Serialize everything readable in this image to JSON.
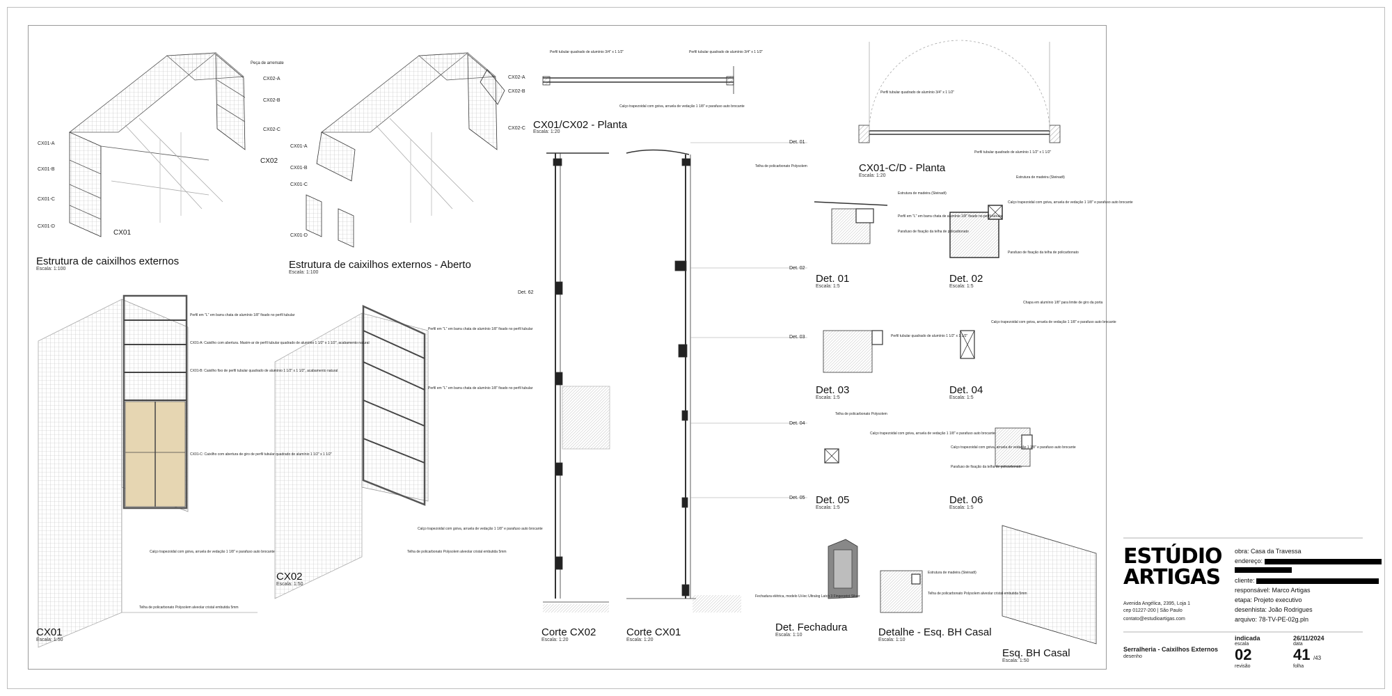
{
  "views": {
    "iso_closed": {
      "title": "Estrutura de caixilhos externos",
      "scale": "Escala: 1:100"
    },
    "iso_open": {
      "title": "Estrutura de caixilhos externos - Aberto",
      "scale": "Escala: 1:100"
    },
    "cx01": {
      "title": "CX01",
      "scale": "Escala: 1:50"
    },
    "cx02": {
      "title": "CX02",
      "scale": "Escala: 1:50"
    },
    "plan": {
      "title": "CX01/CX02 - Planta",
      "scale": "Escala: 1:20"
    },
    "plan_cd": {
      "title": "CX01-C/D - Planta",
      "scale": "Escala: 1:20"
    },
    "corte_cx02": {
      "title": "Corte CX02",
      "scale": "Escala: 1:20"
    },
    "corte_cx01": {
      "title": "Corte CX01",
      "scale": "Escala: 1:20"
    },
    "det01": {
      "title": "Det. 01",
      "scale": "Escala: 1:5"
    },
    "det02": {
      "title": "Det. 02",
      "scale": "Escala: 1:5"
    },
    "det03": {
      "title": "Det. 03",
      "scale": "Escala: 1:5"
    },
    "det04": {
      "title": "Det. 04",
      "scale": "Escala: 1:5"
    },
    "det05": {
      "title": "Det. 05",
      "scale": "Escala: 1:5"
    },
    "det06": {
      "title": "Det. 06",
      "scale": "Escala: 1:5"
    },
    "fechadura": {
      "title": "Det. Fechadura",
      "scale": "Escala: 1:10"
    },
    "detalhe_bh": {
      "title": "Detalhe - Esq. BH Casal",
      "scale": "Escala: 1:10"
    },
    "esq_bh": {
      "title": "Esq. BH Casal",
      "scale": "Escala: 1:50"
    }
  },
  "tags": {
    "cx01a": "CX01-A",
    "cx01b": "CX01-B",
    "cx01c": "CX01-C",
    "cx01d": "CX01-D",
    "cx01": "CX01",
    "cx02": "CX02",
    "cx02a": "CX02-A",
    "cx02b": "CX02-B",
    "cx02c": "CX02-C",
    "peca": "Peça de arremate",
    "det01": "Det. 01",
    "det02": "Det. 02",
    "det03": "Det. 03",
    "det04": "Det. 04",
    "det05": "Det. 05",
    "det62": "Det. 62"
  },
  "notes": {
    "perfil_34": "Perfil tubular quadrado de alumínio 3/4\" x 1 1/2\"",
    "perfil_112": "Perfil tubular quadrado de alumínio 1 1/2\" x 1 1/2\"",
    "calco": "Calço trapezoidal com goiva, arruela de vedação 1 1/8\" e parafuso auto brocante",
    "telha": "Telha de policarbonato Polysolem",
    "estrutura": "Estrutura de madeira (Steinadt)",
    "perfil_l": "Perfil em \"L\" em barra chata de alumínio 1/8\" fixado no perfil tubular",
    "fixacao": "Parafuso de fixação da telha de policarbonato",
    "chapa": "Chapa em alumínio 1/8\" para limite de giro da porta",
    "cx01a": "CX01-A: Caixilho com abertura. Maxim-ar de perfil tubular quadrado de alumínio 1 1/2\" x 1 1/2\", acabamento natural",
    "cx01b": "CX01-B: Caixilho fixo de perfil tubular quadrado de alumínio 1 1/2\" x 1 1/2\", acabamento natural",
    "cx01c": "CX01-C: Caixilho com abertura de giro de perfil tubular quadrado de alumínio 1 1/2\" x 1 1/2\"",
    "fechadura": "Fechadura elétrica, modelo Ui-lec Ultralog Latch 3 Fingerprint Siluer",
    "policarb": "Telha de policarbonato Polysolem alveolar cristal embutida 5mm"
  },
  "title_block": {
    "logo_line1": "ESTÚDIO",
    "logo_line2": "ARTIGAS",
    "address1": "Avenida Angélica, 2395, Loja 1",
    "address2": "cep 01227-200 | São Paulo",
    "email": "contato@estudioartigas.com",
    "obra_label": "obra:",
    "obra": "Casa da Travessa",
    "endereco_label": "endereço:",
    "cliente_label": "cliente:",
    "responsavel": "responsável: Marco Artigas",
    "etapa": "etapa: Projeto executivo",
    "desenhista": "desenhista: João Rodrigues",
    "arquivo": "arquivo: 78-TV-PE-02g.pln",
    "desenho": "Serralheria - Caixilhos Externos",
    "desenho_label": "desenho",
    "escala": "indicada",
    "escala_label": "escala",
    "data": "26/11/2024",
    "data_label": "data",
    "revisao": "02",
    "revisao_label": "revisão",
    "folha": "41",
    "folha_total": "/43",
    "folha_label": "folha"
  }
}
